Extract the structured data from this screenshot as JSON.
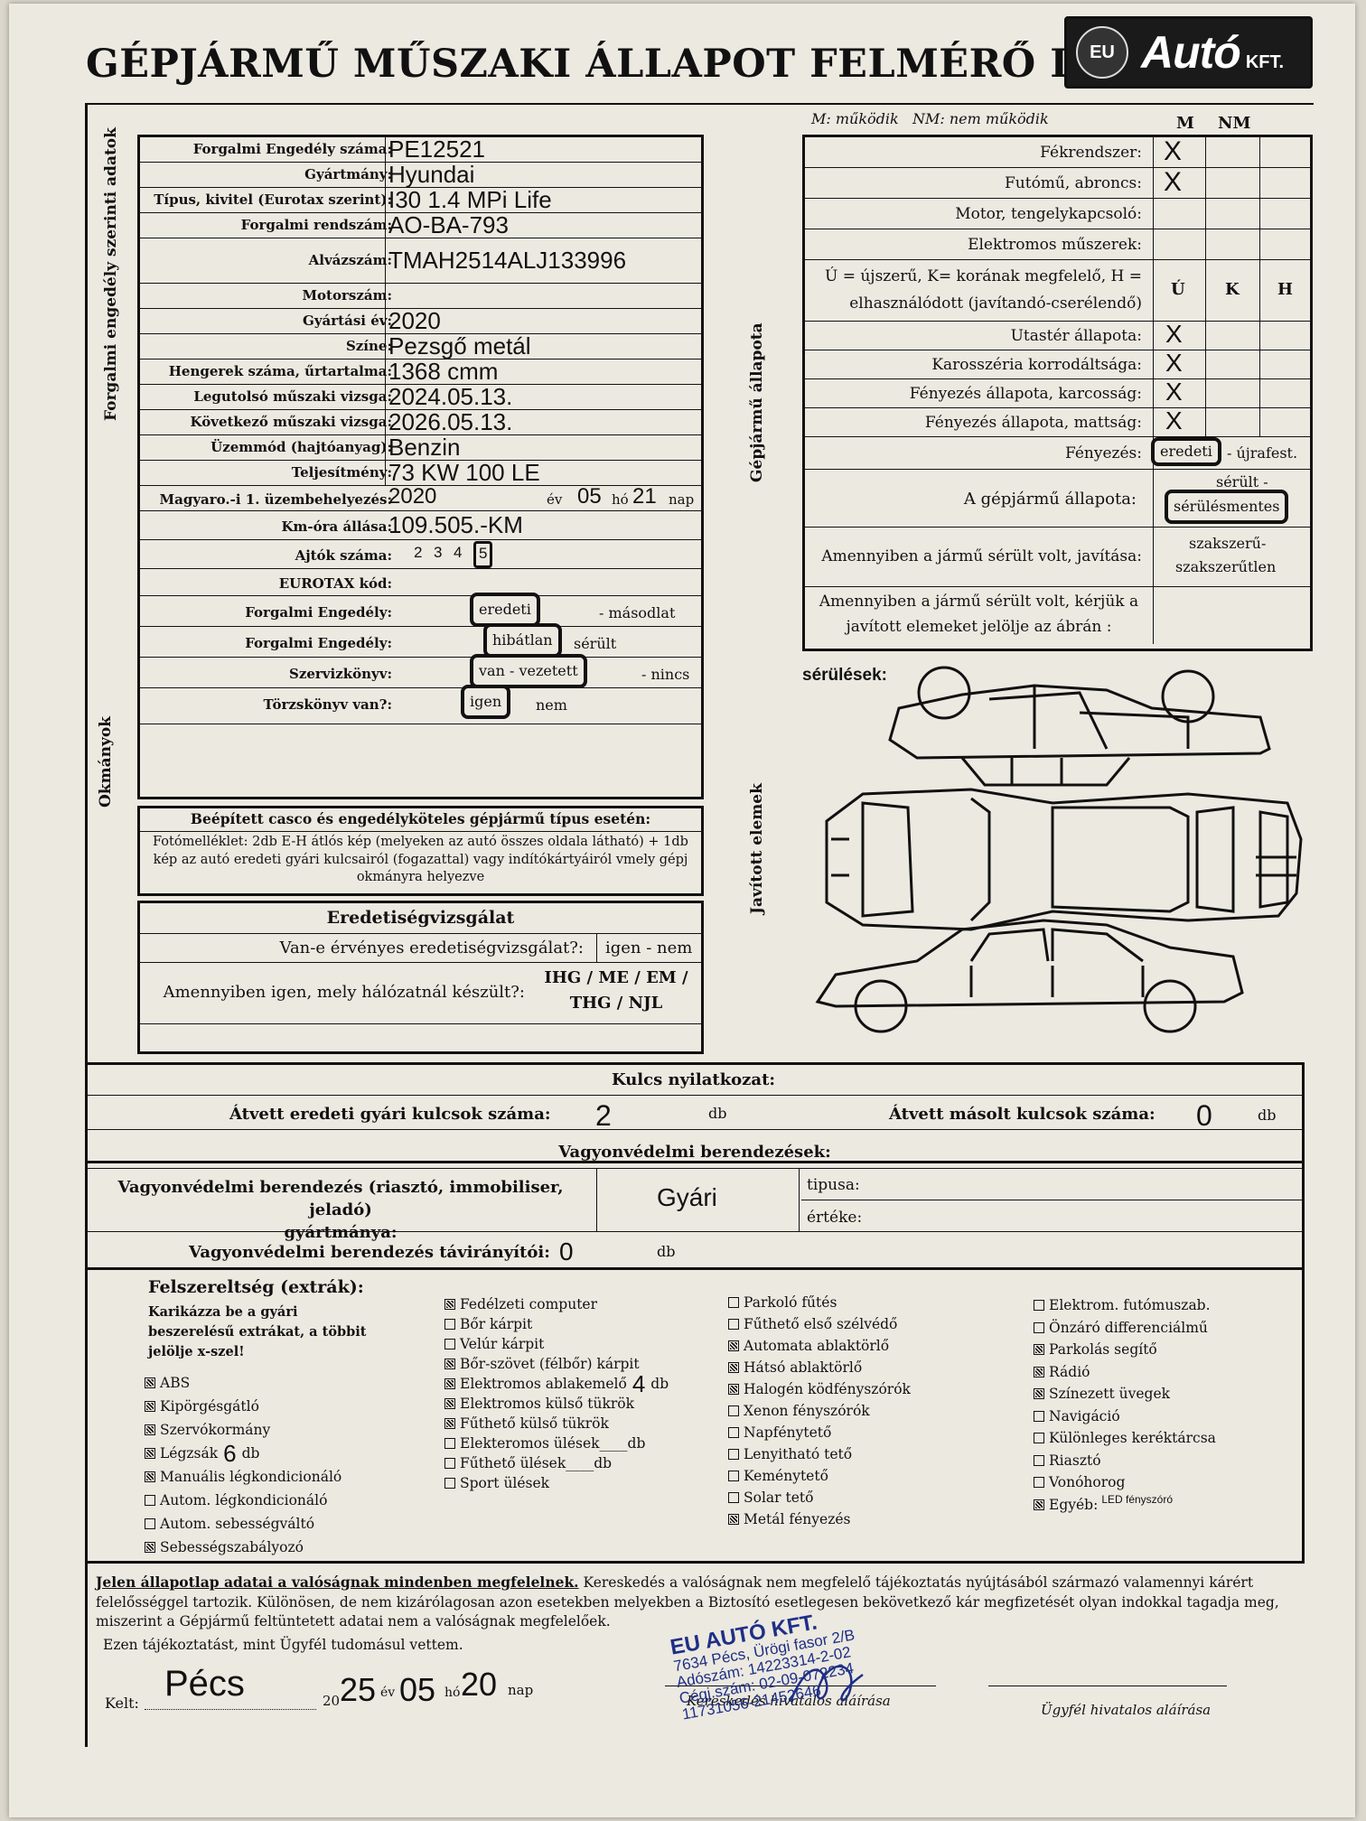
{
  "title": "GÉPJÁRMŰ MŰSZAKI ÁLLAPOT FELMÉRŐ LAP",
  "logo": {
    "eu": "EU",
    "brand": "Autó",
    "suffix": "KFT."
  },
  "side_labels": {
    "forgalmi": "Forgalmi engedély szerinti adatok",
    "okmanyok": "Okmányok",
    "allapot": "Gépjármű állapota",
    "javitott": "Javított elemek"
  },
  "left_form": [
    {
      "label": "Forgalmi Engedély száma:",
      "value": "PE12521"
    },
    {
      "label": "Gyártmány:",
      "value": "Hyundai"
    },
    {
      "label": "Típus, kivitel (Eurotax szerint):",
      "value": "I30 1.4 MPi Life"
    },
    {
      "label": "Forgalmi rendszám:",
      "value": "AO-BA-793"
    },
    {
      "label": "Alvázszám:",
      "value": "TMAH2514ALJ133996"
    },
    {
      "label": "Motorszám:",
      "value": ""
    },
    {
      "label": "Gyártási év:",
      "value": "2020"
    },
    {
      "label": "Színe:",
      "value": "Pezsgő metál"
    },
    {
      "label": "Hengerek száma, űrtartalma:",
      "value": "1368 cmm"
    },
    {
      "label": "Legutolsó műszaki vizsga:",
      "value": "2024.05.13."
    },
    {
      "label": "Következő műszaki vizsga:",
      "value": "2026.05.13."
    },
    {
      "label": "Üzemmód (hajtóanyag):",
      "value": "Benzin"
    },
    {
      "label": "Teljesítmény:",
      "value": "73 KW 100 LE"
    }
  ],
  "first_reg": {
    "label": "Magyaro.-i 1. üzembehelyezés:",
    "year": "2020",
    "ev": "év",
    "month": "05",
    "ho": "hó",
    "day": "21",
    "nap": "nap"
  },
  "km": {
    "label": "Km-óra állása:",
    "value": "109.505.-KM"
  },
  "doors": {
    "label": "Ajtók száma:",
    "options": [
      "2",
      "3",
      "4",
      "5"
    ]
  },
  "eurotax": {
    "label": "EUROTAX kód:"
  },
  "docs": [
    {
      "label": "Forgalmi Engedély:",
      "selected": "eredeti",
      "rest": "- másodlat"
    },
    {
      "label": "Forgalmi Engedély:",
      "selected": "hibátlan",
      "rest": "sérült"
    },
    {
      "label": "Szervizkönyv:",
      "selected": "van - vezetett",
      "rest": "- nincs"
    },
    {
      "label": "Törzskönyv van?:",
      "selected": "igen",
      "rest": "nem"
    }
  ],
  "casco": {
    "title": "Beépített casco és engedélyköteles gépjármű típus esetén:",
    "text": "Fotómelléklet: 2db E-H átlós kép (melyeken az autó összes oldala látható) + 1db kép az autó eredeti gyári kulcsairól (fogazattal) vagy indítókártyáiról vmely gépj okmányra helyezve"
  },
  "eredet": {
    "title": "Eredetiségvizsgálat",
    "q1": "Van-e érvényes eredetiségvizsgálat?:",
    "a1": "igen - nem",
    "q2": "Amennyiben igen, mely hálózatnál készült?:",
    "a2a": "IHG / ME / EM /",
    "a2b": "THG / NJL"
  },
  "legend": "M: működik   NM: nem működik",
  "right_head": {
    "m": "M",
    "nm": "NM"
  },
  "right_rows1": [
    {
      "label": "Fékrendszer:",
      "mark": "X"
    },
    {
      "label": "Futómű, abroncs:",
      "mark": "X"
    },
    {
      "label": "Motor, tengelykapcsoló:",
      "mark": ""
    },
    {
      "label": "Elektromos műszerek:",
      "mark": ""
    }
  ],
  "ukh": {
    "text1": "Ú = újszerű, K= korának megfelelő, H =",
    "text2": "elhasználódott (javítandó-cserélendő)",
    "u": "Ú",
    "k": "K",
    "h": "H"
  },
  "right_rows2": [
    {
      "label": "Utastér állapota:",
      "mark": "X"
    },
    {
      "label": "Karosszéria korrodáltsága:",
      "mark": "X"
    },
    {
      "label": "Fényezés állapota, karcosság:",
      "mark": "X"
    },
    {
      "label": "Fényezés állapota, mattság:",
      "mark": "X"
    }
  ],
  "fenyezes": {
    "label": "Fényezés:",
    "selected": "eredeti",
    "rest": "- újrafest."
  },
  "allapota": {
    "label": "A gépjármű állapota:",
    "opt1": "sérült -",
    "selected": "sérülésmentes"
  },
  "javitas": {
    "label": "Amennyiben a jármű sérült volt, javítása:",
    "opt1": "szakszerű-",
    "opt2": "szakszerűtlen"
  },
  "javitott": {
    "label1": "Amennyiben a jármű sérült volt, kérjük a",
    "label2": "javított elemeket jelölje az ábrán :"
  },
  "damage_label": "sérülések:",
  "keys": {
    "title": "Kulcs nyilatkozat:",
    "orig_label": "Átvett eredeti gyári kulcsok száma:",
    "orig_val": "2",
    "db": "db",
    "copy_label": "Átvett másolt kulcsok száma:",
    "copy_val": "0"
  },
  "security": {
    "title": "Vagyonvédelmi berendezések:",
    "maker_label1": "Vagyonvédelmi berendezés (riasztó, immobiliser, jeladó)",
    "maker_label2": "gyártmánya:",
    "maker_val": "Gyári",
    "tipus": "tipusa:",
    "erteke": "értéke:",
    "remote_label": "Vagyonvédelmi berendezés távirányítói:",
    "remote_val": "0",
    "db": "db"
  },
  "extras": {
    "title": "Felszereltség (extrák):",
    "note": "Karikázza be a gyári beszerelésű extrákat, a többit jelölje x-szel!",
    "col1": [
      {
        "t": "ABS",
        "on": true
      },
      {
        "t": "Kipörgésgátló",
        "on": true
      },
      {
        "t": "Szervókormány",
        "on": true
      },
      {
        "t": "Légzsák",
        "n": "6",
        "db": "db",
        "on": true
      },
      {
        "t": "Manuális légkondicionáló",
        "on": true
      },
      {
        "t": "Autom. légkondicionáló",
        "on": false
      },
      {
        "t": "Autom. sebességváltó",
        "on": false
      },
      {
        "t": "Sebességszabályozó",
        "on": true
      }
    ],
    "col2": [
      {
        "t": "Fedélzeti computer",
        "on": true
      },
      {
        "t": "Bőr kárpit",
        "on": false
      },
      {
        "t": "Velúr kárpit",
        "on": false
      },
      {
        "t": "Bőr-szövet (félbőr) kárpit",
        "on": true
      },
      {
        "t": "Elektromos ablakemelő",
        "n": "4",
        "db": "db",
        "on": true
      },
      {
        "t": "Elektromos külső tükrök",
        "on": true
      },
      {
        "t": "Fűthető külső tükrök",
        "on": true
      },
      {
        "t": "Elekteromos ülések____db",
        "on": false
      },
      {
        "t": "Fűthető ülések____db",
        "on": false
      },
      {
        "t": "Sport ülések",
        "on": false
      }
    ],
    "col3": [
      {
        "t": "Parkoló fűtés",
        "on": false
      },
      {
        "t": "Fűthető első szélvédő",
        "on": false
      },
      {
        "t": "Automata ablaktörlő",
        "on": true
      },
      {
        "t": "Hátsó ablaktörlő",
        "on": true
      },
      {
        "t": "Halogén ködfényszórók",
        "on": true
      },
      {
        "t": "Xenon fényszórók",
        "on": false
      },
      {
        "t": "Napfénytető",
        "on": false
      },
      {
        "t": "Lenyitható tető",
        "on": false
      },
      {
        "t": "Keménytető",
        "on": false
      },
      {
        "t": "Solar tető",
        "on": false
      },
      {
        "t": "Metál fényezés",
        "on": true
      }
    ],
    "col4": [
      {
        "t": "Elektrom. futómuszab.",
        "on": false
      },
      {
        "t": "Önzáró differenciálmű",
        "on": false
      },
      {
        "t": "Parkolás segítő",
        "on": true
      },
      {
        "t": "Rádió",
        "on": true
      },
      {
        "t": "Színezett üvegek",
        "on": true
      },
      {
        "t": "Navigáció",
        "on": false
      },
      {
        "t": "Különleges keréktárcsa",
        "on": false
      },
      {
        "t": "Riasztó",
        "on": false
      },
      {
        "t": "Vonóhorog",
        "on": false
      },
      {
        "t": "Egyéb:",
        "n": "LED fényszóró",
        "on": true
      }
    ]
  },
  "declaration": {
    "bold": "Jelen állapotlap adatai a valóságnak mindenben megfelelnek.",
    "text": "Kereskedés a valóságnak nem megfelelő tájékoztatás nyújtásából származó valamennyi kárért felelősséggel tartozik. Különösen, de nem kizárólagosan azon esetekben melyekben a Biztosító esetlegesen bekövetkező kár megfizetését olyan indokkal tagadja meg, miszerint a Gépjármű feltüntetett adatai nem a valóságnak megfelelőek.",
    "ack": "Ezen tájékoztatást, mint Ügyfél tudomásul vettem."
  },
  "signature": {
    "kelt": "Kelt:",
    "city": "Pécs",
    "yp": "20",
    "year": "25",
    "ev": "év",
    "month": "05",
    "ho": "hó",
    "day": "20",
    "nap": "nap",
    "dealer": "Kereskedés hivatalos aláírása",
    "client": "Ügyfél hivatalos aláírása"
  },
  "stamp": [
    "EU AUTÓ KFT.",
    "7634 Pécs, Ürögi fasor 2/B",
    "Adószám: 14223314-2-02",
    "Cégj.szám: 02-09-072234",
    "11731056-21452646"
  ]
}
